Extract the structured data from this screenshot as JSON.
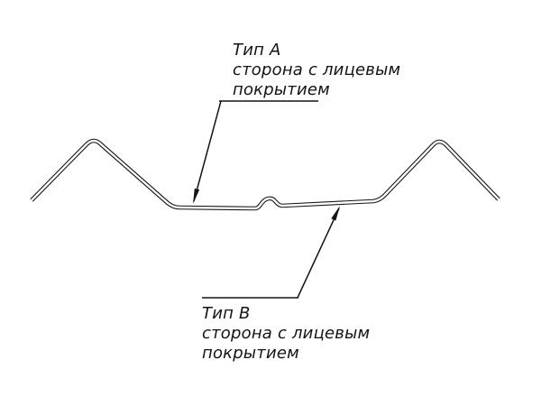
{
  "diagram": {
    "title": "profile-cross-section-drawing",
    "colors": {
      "line": "#141414",
      "background": "#ffffff"
    },
    "labels": {
      "top": {
        "title": "Тип А",
        "line2": "сторона с лицевым",
        "line3": "покрытием"
      },
      "bottom": {
        "title": "Тип В",
        "line2": "сторона с лицевым",
        "line3": "покрытием"
      }
    }
  }
}
